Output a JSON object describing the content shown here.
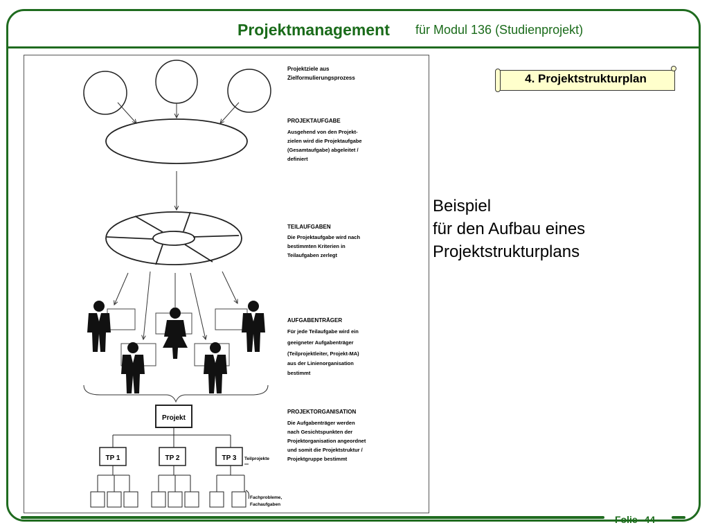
{
  "header": {
    "title": "Projektmanagement",
    "subtitle": "für  Modul 136 (Studienprojekt)"
  },
  "tag": {
    "label": "4.  Projektstrukturplan"
  },
  "side_text": {
    "line1": "Beispiel",
    "line2": "für den Aufbau eines",
    "line3": "Projektstrukturplans"
  },
  "figure": {
    "goals": {
      "line1": "Projektziele aus",
      "line2": "Zielformulierungsprozess"
    },
    "task": {
      "heading": "PROJEKTAUFGABE",
      "line1": "Ausgehend von den Projekt-",
      "line2": "zielen wird die Projektaufgabe",
      "line3": "(Gesamtaufgabe) abgeleitet /",
      "line4": "definiert"
    },
    "subtasks": {
      "heading": "TEILAUFGABEN",
      "line1": "Die Projektaufgabe wird nach",
      "line2": "bestimmten Kriterien in",
      "line3": "Teilaufgaben zerlegt"
    },
    "carriers": {
      "heading": "AUFGABENTRÄGER",
      "line1": "Für jede Teilaufgabe wird ein",
      "line2": "geeigneter Aufgabenträger",
      "line3": "(Teilprojektleiter, Projekt-MA)",
      "line4": "aus der Linienorganisation",
      "line5": "bestimmt"
    },
    "org": {
      "heading": "PROJEKTORGANISATION",
      "line1": "Die Aufgabenträger werden",
      "line2": "nach Gesichtspunkten der",
      "line3": "Projektorganisation angeordnet",
      "line4": "und somit die Projektstruktur /",
      "line5": "Projektgruppe bestimmt"
    },
    "tree": {
      "root": "Projekt",
      "tp1": "TP 1",
      "tp2": "TP 2",
      "tp3": "TP 3",
      "subprojects_label": "Teilprojekte",
      "leaf_label_1": "Fachprobleme,",
      "leaf_label_2": "Fachaufgaben"
    }
  },
  "footer": {
    "label": "Folie",
    "page": "44"
  },
  "colors": {
    "accent": "#1f6b1f",
    "title": "#1a6b1a",
    "tag_bg": "#ffffcc"
  }
}
